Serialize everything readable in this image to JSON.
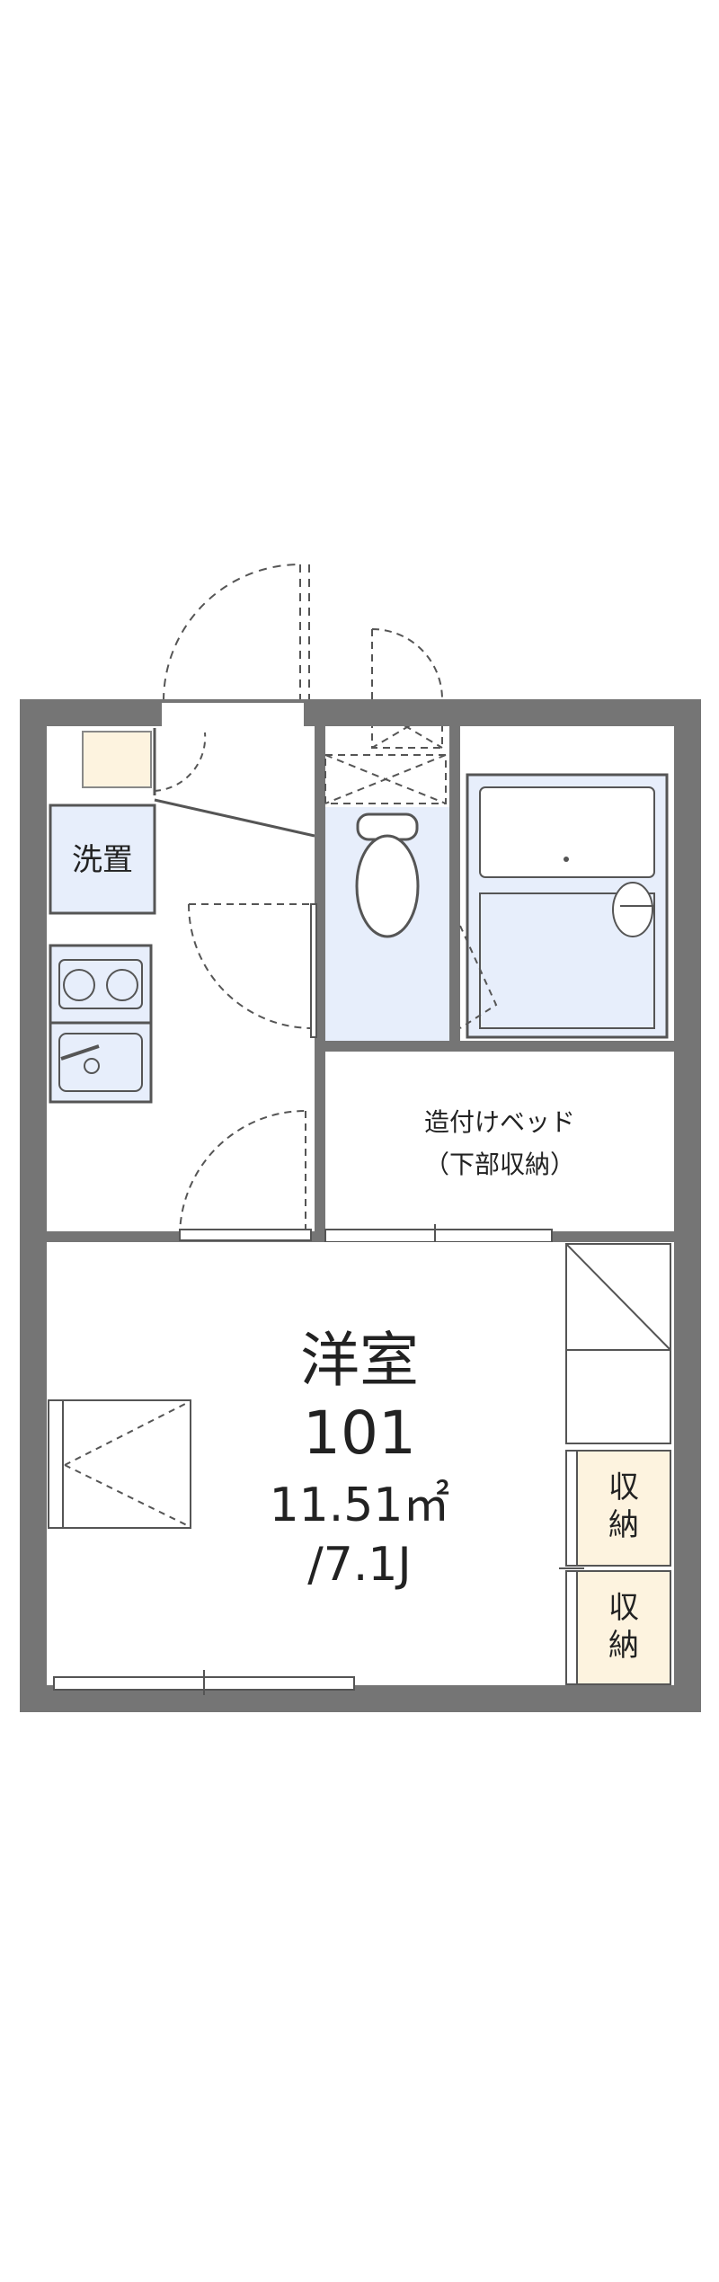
{
  "floorplan": {
    "colors": {
      "wall": "#757575",
      "wet_area": "#e7eefb",
      "storage": "#fdf3df",
      "line": "#555555",
      "text": "#222222"
    },
    "labels": {
      "washer": "洗置",
      "loft_bed": "造付けベッド",
      "loft_bed_note": "（下部収納）",
      "room_name": "洋室",
      "room_number": "101",
      "room_area": "11.51㎡",
      "room_size": "/7.1J",
      "storage_1_line1": "収",
      "storage_1_line2": "納",
      "storage_2_line1": "収",
      "storage_2_line2": "納"
    }
  }
}
